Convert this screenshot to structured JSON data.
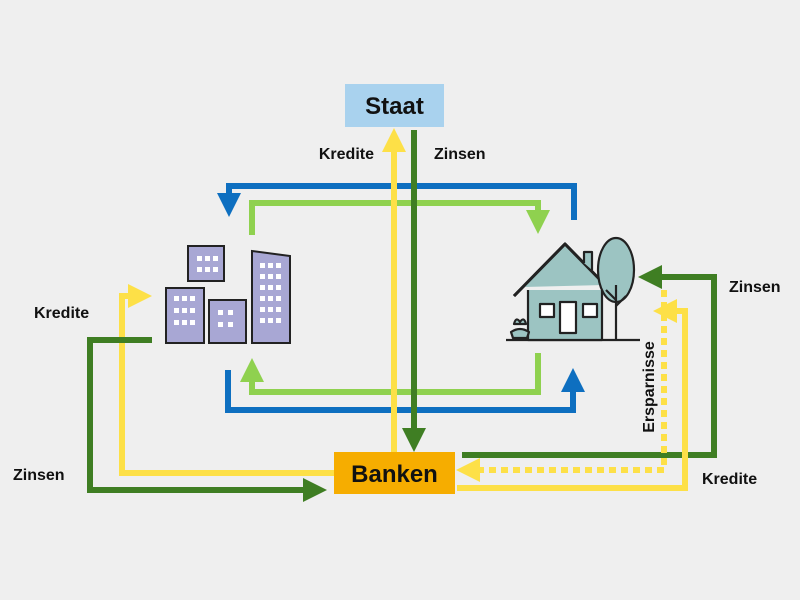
{
  "nodes": {
    "staat": "Staat",
    "banken": "Banken"
  },
  "labels": {
    "kredite_staat": "Kredite",
    "zinsen_staat": "Zinsen",
    "kredite_left": "Kredite",
    "zinsen_left": "Zinsen",
    "zinsen_right": "Zinsen",
    "kredite_right": "Kredite",
    "ersparnisse": "Ersparnisse"
  },
  "icons": {
    "companies": "office-buildings-icon",
    "household": "house-with-tree-icon"
  },
  "colors": {
    "background": "#efefef",
    "staat_box": "#a9d2ee",
    "banken_box": "#f6ad00",
    "yellow": "#fde047",
    "dark_green": "#3f7e23",
    "light_green": "#8fd14f",
    "blue": "#0e6fc0",
    "buildings": "#a8a7d4",
    "house": "#9cc4c2"
  }
}
